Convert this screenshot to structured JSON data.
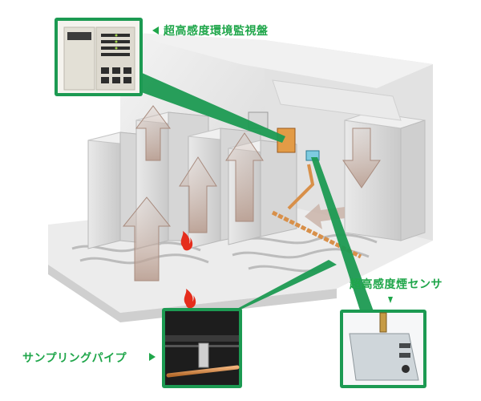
{
  "labels": {
    "monitor_panel": "超高感度環境監視盤",
    "smoke_sensor": "超高感度煙センサ",
    "sampling_pipe": "サンプリングパイプ"
  },
  "colors": {
    "accent_green": "#1fa64a",
    "callout_green": "#1c9a52",
    "airflow_arrow": "#b79a8c",
    "room_wall": "#e6e6e6",
    "rack": "#dcdcdc",
    "pipe": "#d8904a",
    "fire": "#e52d1c"
  }
}
